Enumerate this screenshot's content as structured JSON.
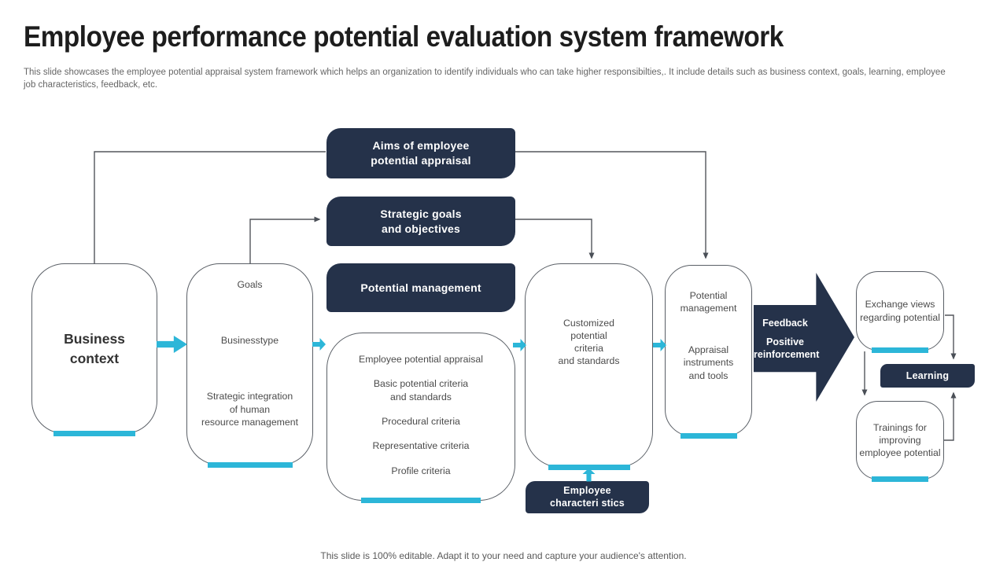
{
  "slide": {
    "title": "Employee performance potential evaluation system framework",
    "subtitle": "This slide showcases the employee potential appraisal system framework which helps an organization to identify individuals who can take higher responsibilties,. It include details such as business context, goals, learning, employee job characteristics, feedback, etc.",
    "footer": "This slide is 100% editable. Adapt it to your need and capture your audience's attention."
  },
  "colors": {
    "navy": "#25324A",
    "cyan": "#2CB6D8",
    "connector": "#53565C",
    "body_text": "#4B4B4B"
  },
  "nodes": {
    "aims": "Aims of employee\npotential appraisal",
    "strategic": "Strategic goals\nand objectives",
    "potential_management": "Potential management",
    "business": "Business\ncontext",
    "goals": {
      "items": [
        "Goals",
        "Businesstype",
        "Strategic integration\nof human\nresource management"
      ]
    },
    "criteria": {
      "items": [
        "Employee potential appraisal",
        "Basic potential criteria\nand standards",
        "Procedural criteria",
        "Representative criteria",
        "Profile criteria"
      ]
    },
    "customized": "Customized\npotential\ncriteria\nand standards",
    "pm": {
      "items": [
        "Potential\nmanagement",
        "Appraisal\ninstruments\nand tools"
      ]
    },
    "feedback": {
      "lines": [
        "Feedback",
        "Positive\nreinforcement"
      ]
    },
    "exchange": "Exchange views\nregarding potential",
    "learning": "Learning",
    "trainings": "Trainings for\nimproving\nemployee potential",
    "characteristics": "Employee\ncharacteri stics"
  }
}
